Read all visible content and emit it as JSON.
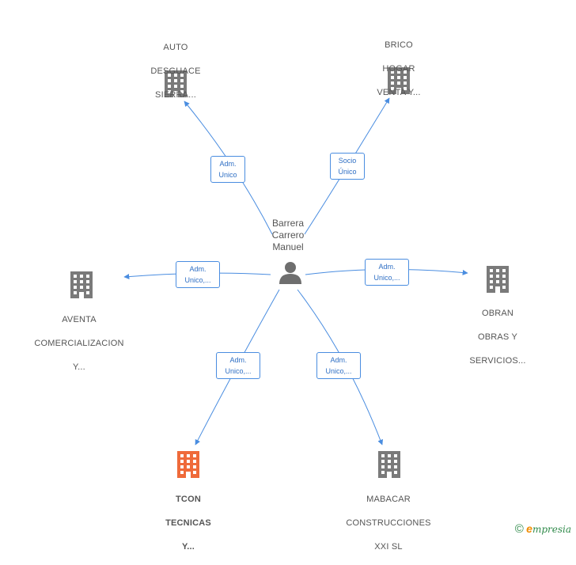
{
  "person": {
    "name_lines": [
      "Barrera",
      "Carrero",
      "Manuel"
    ],
    "icon": "person-icon"
  },
  "nodes": [
    {
      "id": "auto",
      "lines": [
        "AUTO",
        "DESGUACE",
        "SIERRA..."
      ],
      "icon": "building-icon",
      "highlight": false
    },
    {
      "id": "brico",
      "lines": [
        "BRICO",
        "HOGAR",
        "VENTA Y..."
      ],
      "icon": "building-icon",
      "highlight": false
    },
    {
      "id": "aventa",
      "lines": [
        "AVENTA",
        "COMERCIALIZACION",
        "Y..."
      ],
      "icon": "building-icon",
      "highlight": false
    },
    {
      "id": "obran",
      "lines": [
        "OBRAN",
        "OBRAS Y",
        "SERVICIOS..."
      ],
      "icon": "building-icon",
      "highlight": false
    },
    {
      "id": "tcon",
      "lines": [
        "TCON",
        "TECNICAS",
        "Y..."
      ],
      "icon": "building-icon",
      "highlight": true
    },
    {
      "id": "mabacar",
      "lines": [
        "MABACAR",
        "CONSTRUCCIONES",
        "XXI SL"
      ],
      "icon": "building-icon",
      "highlight": false
    }
  ],
  "edges": [
    {
      "to": "auto",
      "lines": [
        "Adm.",
        "Unico"
      ]
    },
    {
      "to": "brico",
      "lines": [
        "Socio",
        "Único"
      ]
    },
    {
      "to": "aventa",
      "lines": [
        "Adm.",
        "Unico,..."
      ]
    },
    {
      "to": "obran",
      "lines": [
        "Adm.",
        "Unico,..."
      ]
    },
    {
      "to": "tcon",
      "lines": [
        "Adm.",
        "Unico,..."
      ]
    },
    {
      "to": "mabacar",
      "lines": [
        "Adm.",
        "Unico,..."
      ]
    }
  ],
  "colors": {
    "edge": "#4a8de0",
    "building": "#7a7a7a",
    "building_highlight": "#ef6a3a",
    "person": "#6e6e6e"
  },
  "brand": {
    "copyright": "©",
    "e": "e",
    "rest": "mpresia"
  }
}
